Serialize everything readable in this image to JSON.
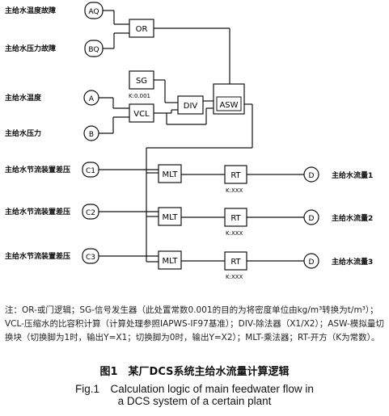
{
  "inputs": {
    "aq": {
      "name": "主给水温度故障",
      "id": "AQ"
    },
    "bq": {
      "name": "主给水压力故障",
      "id": "BQ"
    },
    "a": {
      "name": "主给水温度",
      "id": "A"
    },
    "b": {
      "name": "主给水压力",
      "id": "B"
    },
    "c1": {
      "name": "主给水节流装置差压",
      "id": "C1"
    },
    "c2": {
      "name": "主给水节流装置差压",
      "id": "C2"
    },
    "c3": {
      "name": "主给水节流装置差压",
      "id": "C3"
    }
  },
  "blocks": {
    "or": "OR",
    "sg": "SG",
    "sg_k": "K:0.001",
    "vcl": "VCL",
    "div": "DIV",
    "asw": "ASW",
    "mlt": "MLT",
    "rt": "RT",
    "rt_k": "K:XXX"
  },
  "outputs": [
    {
      "id": "D",
      "name": "主给水流量1"
    },
    {
      "id": "D",
      "name": "主给水流量2"
    },
    {
      "id": "D",
      "name": "主给水流量3"
    }
  ],
  "note": "注：OR-或门逻辑；SG-信号发生器（此处置常数0.001的目的为将密度单位由kg/m³转换为t/m³）；VCL-压缩水的比容积计算（计算处理参照IAPWS-IF97基准）；DIV-除法器（X1/X2）；ASW-模拟量切换块（切换脚为1时，输出Y=X1；切换脚为0时，输出Y=X2）；MLT-乘法器；RT-开方（K为常数）。",
  "caption": {
    "cn": "图1　某厂DCS系统主给水流量计算逻辑",
    "en_line1": "Fig.1　Calculation logic of main feedwater flow in",
    "en_line2": "a DCS system of a certain plant"
  }
}
